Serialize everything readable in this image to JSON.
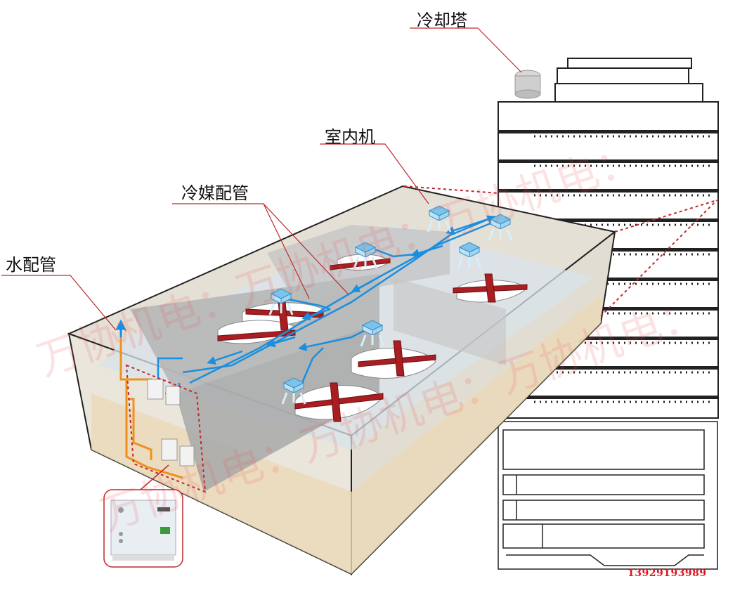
{
  "labels": {
    "cooling_tower": "冷却塔",
    "indoor_unit": "室内机",
    "refrigerant_piping": "冷媒配管",
    "water_piping": "水配管"
  },
  "watermark": "万协机电：万协机电：万协机电：",
  "phone": "13929193989",
  "colors": {
    "refrigerant_pipe": "#1a8fe0",
    "water_pipe": "#f0901c",
    "leader_line": "#c0282c",
    "accent_red": "#e0141e",
    "partition": "#b4b4b4"
  }
}
